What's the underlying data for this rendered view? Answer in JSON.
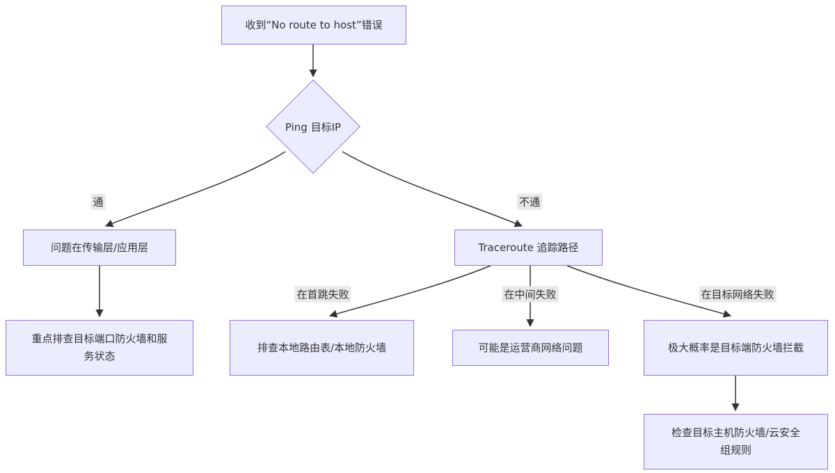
{
  "diagram": {
    "type": "flowchart",
    "colors": {
      "node_fill": "#ECECFF",
      "node_border": "#9370DB",
      "edge_color": "#333333",
      "edge_label_bg": "#e8e8e8",
      "text_color": "#333333",
      "background": "#ffffff"
    },
    "nodes": {
      "error": {
        "label": "收到“No route to host”错误"
      },
      "ping": {
        "label": "Ping 目标IP"
      },
      "transport": {
        "label": "问题在传输层/应用层"
      },
      "traceroute": {
        "label": "Traceroute 追踪路径"
      },
      "port_firewall": {
        "label": "重点排查目标端口防火墙和服务状态"
      },
      "local_route": {
        "label": "排查本地路由表/本地防火墙"
      },
      "isp": {
        "label": "可能是运营商网络问题"
      },
      "target_firewall": {
        "label": "极大概率是目标端防火墙拦截"
      },
      "check_host": {
        "label": "检查目标主机防火墙/云安全组规则"
      }
    },
    "edge_labels": {
      "pass": "通",
      "fail": "不通",
      "first_hop": "在首跳失败",
      "middle": "在中间失败",
      "target_network": "在目标网络失败"
    }
  }
}
